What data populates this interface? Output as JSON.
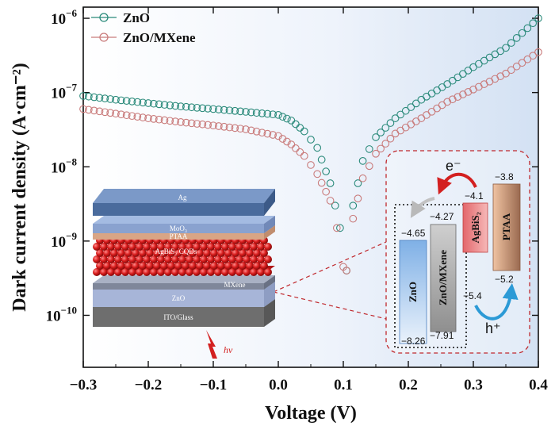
{
  "chart_data": {
    "type": "scatter",
    "xlabel": "Voltage (V)",
    "ylabel": "Dark current density (A·cm⁻²)",
    "xlim": [
      -0.3,
      0.4
    ],
    "ylim_log10": [
      -10.7,
      -5.85
    ],
    "y_scale": "log",
    "x_ticks": [
      "−0.3",
      "−0.2",
      "−0.1",
      "0.0",
      "0.1",
      "0.2",
      "0.3",
      "0.4"
    ],
    "y_ticks": [
      {
        "base": "10",
        "exp": "−10"
      },
      {
        "base": "10",
        "exp": "−9"
      },
      {
        "base": "10",
        "exp": "−8"
      },
      {
        "base": "10",
        "exp": "−7"
      },
      {
        "base": "10",
        "exp": "−6"
      }
    ],
    "legend_position": "top-left",
    "series": [
      {
        "name": "ZnO",
        "color": "#2a8a7a",
        "x": [
          -0.3,
          -0.25,
          -0.2,
          -0.15,
          -0.1,
          -0.05,
          0.0,
          0.02,
          0.04,
          0.06,
          0.08,
          0.095,
          0.105,
          0.115,
          0.13,
          0.15,
          0.18,
          0.22,
          0.26,
          0.3,
          0.35,
          0.4
        ],
        "y": [
          9e-08,
          8e-08,
          7.2e-08,
          6.5e-08,
          6e-08,
          5.5e-08,
          5e-08,
          4.2e-08,
          3e-08,
          1.8e-08,
          6e-09,
          1.5e-09,
          4e-10,
          3e-09,
          1.2e-08,
          2.5e-08,
          4.5e-08,
          8e-08,
          1.3e-07,
          2.2e-07,
          4e-07,
          1e-06
        ]
      },
      {
        "name": "ZnO/MXene",
        "color": "#c97b7b",
        "x": [
          -0.3,
          -0.25,
          -0.2,
          -0.15,
          -0.1,
          -0.05,
          0.0,
          0.02,
          0.04,
          0.06,
          0.08,
          0.09,
          0.1,
          0.105,
          0.115,
          0.13,
          0.15,
          0.18,
          0.22,
          0.26,
          0.3,
          0.35,
          0.4
        ],
        "y": [
          6e-08,
          5.2e-08,
          4.5e-08,
          4e-08,
          3.6e-08,
          3.2e-08,
          2.6e-08,
          2e-08,
          1.4e-08,
          8e-09,
          3.5e-09,
          1.5e-09,
          4.5e-10,
          4e-10,
          2e-09,
          7e-09,
          1.5e-08,
          2.8e-08,
          4.5e-08,
          7.5e-08,
          1.1e-07,
          1.8e-07,
          3.5e-07
        ]
      }
    ]
  },
  "inset_device": {
    "light_label": "hν",
    "layers": [
      {
        "label": "Ag",
        "top": "#5b7fb5",
        "front": "#4a6b9d"
      },
      {
        "label": "MoO₃",
        "top": "#8fa9d6",
        "front": "#7f98c4"
      },
      {
        "label": "PTAA",
        "top": "#e8b99a",
        "front": "#d9a585"
      },
      {
        "label": "AgBiS₂ CQDs",
        "top": "#c81e1e",
        "front": "#b01515"
      },
      {
        "label": "MXene",
        "top": "#9aa3b8",
        "front": "#7d8599"
      },
      {
        "label": "ZnO",
        "top": "#b7c4e3",
        "front": "#a3b1d4"
      },
      {
        "label": "ITO/Glass",
        "top": "#8c8c8c",
        "front": "#707070"
      }
    ]
  },
  "inset_bands": {
    "materials": [
      {
        "name": "ZnO",
        "cb": "−4.65",
        "vb": "−8.26"
      },
      {
        "name": "ZnO/MXene",
        "cb": "−4.27",
        "vb": "−7.91"
      },
      {
        "name": "AgBiS₂",
        "cb": "−4.1",
        "vb": "−5.4"
      },
      {
        "name": "PTAA",
        "cb": "−3.8",
        "vb": "−5.2"
      }
    ],
    "electron_label": "e⁻",
    "hole_label": "h⁺"
  }
}
